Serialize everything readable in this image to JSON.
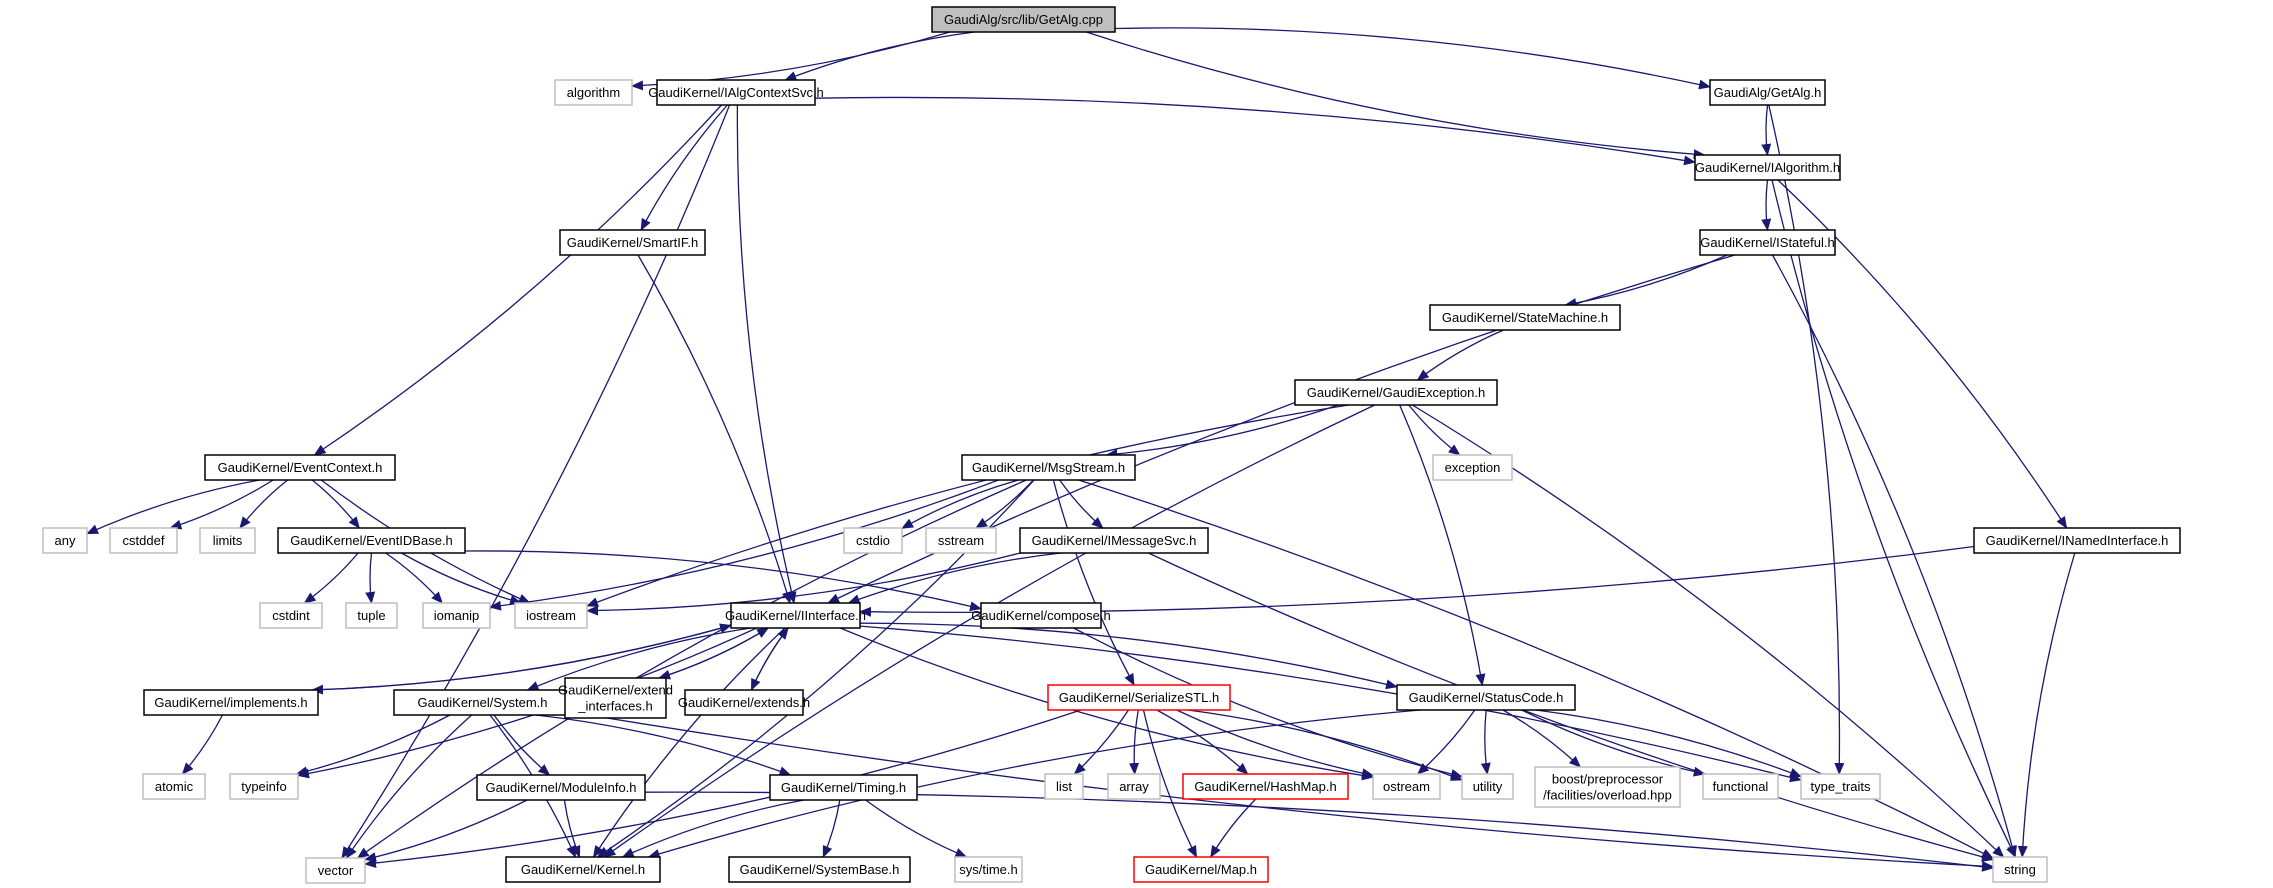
{
  "title": "GaudiAlg/src/lib/GetAlg.cpp include dependency graph",
  "colors": {
    "edge": "#191970",
    "root_fill": "#bfbfbf",
    "local_border": "#000000",
    "external_border": "#bfbfbf",
    "incomplete_border": "#ff0000"
  },
  "nodes": [
    {
      "id": "getalg_cpp",
      "label": [
        "GaudiAlg/src/lib/GetAlg.cpp"
      ],
      "kind": "root"
    },
    {
      "id": "algorithm",
      "label": [
        "algorithm"
      ],
      "kind": "ext"
    },
    {
      "id": "ialgcontextsvc",
      "label": [
        "GaudiKernel/IAlgContextSvc.h"
      ],
      "kind": "local"
    },
    {
      "id": "getalg_h",
      "label": [
        "GaudiAlg/GetAlg.h"
      ],
      "kind": "local"
    },
    {
      "id": "ialgorithm",
      "label": [
        "GaudiKernel/IAlgorithm.h"
      ],
      "kind": "local"
    },
    {
      "id": "smartif",
      "label": [
        "GaudiKernel/SmartIF.h"
      ],
      "kind": "local"
    },
    {
      "id": "istateful",
      "label": [
        "GaudiKernel/IStateful.h"
      ],
      "kind": "local"
    },
    {
      "id": "statemachine",
      "label": [
        "GaudiKernel/StateMachine.h"
      ],
      "kind": "local"
    },
    {
      "id": "gaudiexception",
      "label": [
        "GaudiKernel/GaudiException.h"
      ],
      "kind": "local"
    },
    {
      "id": "eventcontext",
      "label": [
        "GaudiKernel/EventContext.h"
      ],
      "kind": "local"
    },
    {
      "id": "msgstream",
      "label": [
        "GaudiKernel/MsgStream.h"
      ],
      "kind": "local"
    },
    {
      "id": "exception",
      "label": [
        "exception"
      ],
      "kind": "ext"
    },
    {
      "id": "any",
      "label": [
        "any"
      ],
      "kind": "ext"
    },
    {
      "id": "cstddef",
      "label": [
        "cstddef"
      ],
      "kind": "ext"
    },
    {
      "id": "limits",
      "label": [
        "limits"
      ],
      "kind": "ext"
    },
    {
      "id": "eventidbase",
      "label": [
        "GaudiKernel/EventIDBase.h"
      ],
      "kind": "local"
    },
    {
      "id": "cstdio",
      "label": [
        "cstdio"
      ],
      "kind": "ext"
    },
    {
      "id": "sstream",
      "label": [
        "sstream"
      ],
      "kind": "ext"
    },
    {
      "id": "imessagesvc",
      "label": [
        "GaudiKernel/IMessageSvc.h"
      ],
      "kind": "local"
    },
    {
      "id": "inamedinterface",
      "label": [
        "GaudiKernel/INamedInterface.h"
      ],
      "kind": "local"
    },
    {
      "id": "cstdint",
      "label": [
        "cstdint"
      ],
      "kind": "ext"
    },
    {
      "id": "tuple",
      "label": [
        "tuple"
      ],
      "kind": "ext"
    },
    {
      "id": "iomanip",
      "label": [
        "iomanip"
      ],
      "kind": "ext"
    },
    {
      "id": "iostream",
      "label": [
        "iostream"
      ],
      "kind": "ext"
    },
    {
      "id": "iinterface",
      "label": [
        "GaudiKernel/IInterface.h"
      ],
      "kind": "local"
    },
    {
      "id": "compose",
      "label": [
        "GaudiKernel/compose.h"
      ],
      "kind": "local"
    },
    {
      "id": "implements",
      "label": [
        "GaudiKernel/implements.h"
      ],
      "kind": "local"
    },
    {
      "id": "system",
      "label": [
        "GaudiKernel/System.h"
      ],
      "kind": "local"
    },
    {
      "id": "extend_interfaces",
      "label": [
        "GaudiKernel/extend",
        "_interfaces.h"
      ],
      "kind": "local"
    },
    {
      "id": "extends",
      "label": [
        "GaudiKernel/extends.h"
      ],
      "kind": "local"
    },
    {
      "id": "serializestl",
      "label": [
        "GaudiKernel/SerializeSTL.h"
      ],
      "kind": "red"
    },
    {
      "id": "statuscode",
      "label": [
        "GaudiKernel/StatusCode.h"
      ],
      "kind": "local"
    },
    {
      "id": "atomic",
      "label": [
        "atomic"
      ],
      "kind": "ext"
    },
    {
      "id": "typeinfo",
      "label": [
        "typeinfo"
      ],
      "kind": "ext"
    },
    {
      "id": "moduleinfo",
      "label": [
        "GaudiKernel/ModuleInfo.h"
      ],
      "kind": "local"
    },
    {
      "id": "timing",
      "label": [
        "GaudiKernel/Timing.h"
      ],
      "kind": "local"
    },
    {
      "id": "list",
      "label": [
        "list"
      ],
      "kind": "ext"
    },
    {
      "id": "array",
      "label": [
        "array"
      ],
      "kind": "ext"
    },
    {
      "id": "hashmap",
      "label": [
        "GaudiKernel/HashMap.h"
      ],
      "kind": "red"
    },
    {
      "id": "ostream",
      "label": [
        "ostream"
      ],
      "kind": "ext"
    },
    {
      "id": "utility",
      "label": [
        "utility"
      ],
      "kind": "ext"
    },
    {
      "id": "boost_overload",
      "label": [
        "boost/preprocessor",
        "/facilities/overload.hpp"
      ],
      "kind": "ext"
    },
    {
      "id": "functional",
      "label": [
        "functional"
      ],
      "kind": "ext"
    },
    {
      "id": "type_traits",
      "label": [
        "type_traits"
      ],
      "kind": "ext"
    },
    {
      "id": "vector",
      "label": [
        "vector"
      ],
      "kind": "ext"
    },
    {
      "id": "kernel",
      "label": [
        "GaudiKernel/Kernel.h"
      ],
      "kind": "local"
    },
    {
      "id": "systembase",
      "label": [
        "GaudiKernel/SystemBase.h"
      ],
      "kind": "local"
    },
    {
      "id": "sys_time",
      "label": [
        "sys/time.h"
      ],
      "kind": "ext"
    },
    {
      "id": "map",
      "label": [
        "GaudiKernel/Map.h"
      ],
      "kind": "red"
    },
    {
      "id": "string",
      "label": [
        "string"
      ],
      "kind": "ext"
    }
  ],
  "edges": [
    [
      "getalg_cpp",
      "algorithm"
    ],
    [
      "getalg_cpp",
      "ialgcontextsvc"
    ],
    [
      "getalg_cpp",
      "getalg_h"
    ],
    [
      "getalg_cpp",
      "ialgorithm"
    ],
    [
      "ialgcontextsvc",
      "ialgorithm"
    ],
    [
      "ialgcontextsvc",
      "smartif"
    ],
    [
      "ialgcontextsvc",
      "eventcontext"
    ],
    [
      "ialgcontextsvc",
      "iinterface"
    ],
    [
      "ialgcontextsvc",
      "vector"
    ],
    [
      "getalg_h",
      "ialgorithm"
    ],
    [
      "getalg_h",
      "type_traits"
    ],
    [
      "ialgorithm",
      "istateful"
    ],
    [
      "ialgorithm",
      "inamedinterface"
    ],
    [
      "ialgorithm",
      "string"
    ],
    [
      "istateful",
      "statemachine"
    ],
    [
      "istateful",
      "iinterface"
    ],
    [
      "istateful",
      "string"
    ],
    [
      "statemachine",
      "gaudiexception"
    ],
    [
      "gaudiexception",
      "msgstream"
    ],
    [
      "gaudiexception",
      "exception"
    ],
    [
      "gaudiexception",
      "statuscode"
    ],
    [
      "gaudiexception",
      "iostream"
    ],
    [
      "gaudiexception",
      "string"
    ],
    [
      "gaudiexception",
      "kernel"
    ],
    [
      "smartif",
      "iinterface"
    ],
    [
      "eventcontext",
      "any"
    ],
    [
      "eventcontext",
      "cstddef"
    ],
    [
      "eventcontext",
      "limits"
    ],
    [
      "eventcontext",
      "eventidbase"
    ],
    [
      "eventcontext",
      "iostream"
    ],
    [
      "eventidbase",
      "cstdint"
    ],
    [
      "eventidbase",
      "tuple"
    ],
    [
      "eventidbase",
      "iomanip"
    ],
    [
      "eventidbase",
      "iostream"
    ],
    [
      "eventidbase",
      "compose"
    ],
    [
      "msgstream",
      "cstdio"
    ],
    [
      "msgstream",
      "sstream"
    ],
    [
      "msgstream",
      "imessagesvc"
    ],
    [
      "msgstream",
      "iomanip"
    ],
    [
      "msgstream",
      "serializestl"
    ],
    [
      "msgstream",
      "string"
    ],
    [
      "msgstream",
      "vector"
    ],
    [
      "msgstream",
      "kernel"
    ],
    [
      "imessagesvc",
      "iinterface"
    ],
    [
      "imessagesvc",
      "iostream"
    ],
    [
      "imessagesvc",
      "string"
    ],
    [
      "inamedinterface",
      "iinterface"
    ],
    [
      "inamedinterface",
      "string"
    ],
    [
      "iinterface",
      "implements"
    ],
    [
      "iinterface",
      "system"
    ],
    [
      "iinterface",
      "extend_interfaces"
    ],
    [
      "iinterface",
      "extends"
    ],
    [
      "iinterface",
      "statuscode"
    ],
    [
      "iinterface",
      "kernel"
    ],
    [
      "iinterface",
      "typeinfo"
    ],
    [
      "iinterface",
      "ostream"
    ],
    [
      "iinterface",
      "type_traits"
    ],
    [
      "implements",
      "iinterface"
    ],
    [
      "implements",
      "atomic"
    ],
    [
      "extend_interfaces",
      "iinterface"
    ],
    [
      "extends",
      "iinterface"
    ],
    [
      "compose",
      "utility"
    ],
    [
      "system",
      "typeinfo"
    ],
    [
      "system",
      "vector"
    ],
    [
      "system",
      "kernel"
    ],
    [
      "system",
      "moduleinfo"
    ],
    [
      "system",
      "timing"
    ],
    [
      "system",
      "string"
    ],
    [
      "moduleinfo",
      "vector"
    ],
    [
      "moduleinfo",
      "kernel"
    ],
    [
      "moduleinfo",
      "string"
    ],
    [
      "timing",
      "kernel"
    ],
    [
      "timing",
      "systembase"
    ],
    [
      "timing",
      "sys_time"
    ],
    [
      "serializestl",
      "list"
    ],
    [
      "serializestl",
      "array"
    ],
    [
      "serializestl",
      "hashmap"
    ],
    [
      "serializestl",
      "ostream"
    ],
    [
      "serializestl",
      "utility"
    ],
    [
      "serializestl",
      "map"
    ],
    [
      "serializestl",
      "vector"
    ],
    [
      "hashmap",
      "map"
    ],
    [
      "statuscode",
      "ostream"
    ],
    [
      "statuscode",
      "utility"
    ],
    [
      "statuscode",
      "boost_overload"
    ],
    [
      "statuscode",
      "functional"
    ],
    [
      "statuscode",
      "type_traits"
    ],
    [
      "statuscode",
      "kernel"
    ]
  ]
}
